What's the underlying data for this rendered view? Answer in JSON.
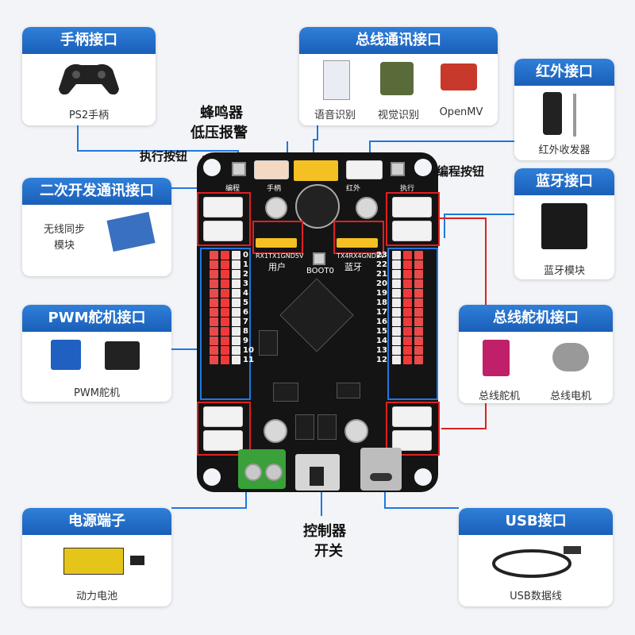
{
  "panels": {
    "ps2": {
      "title": "手柄接口",
      "caption": "PS2手柄"
    },
    "bus_comm": {
      "title": "总线通讯接口",
      "items": [
        "语音识别",
        "视觉识别",
        "OpenMV"
      ]
    },
    "infrared": {
      "title": "红外接口",
      "caption": "红外收发器"
    },
    "secondary": {
      "title": "二次开发通讯接口",
      "caption_line1": "无线同步",
      "caption_line2": "模块"
    },
    "bluetooth": {
      "title": "蓝牙接口",
      "caption": "蓝牙模块"
    },
    "pwm": {
      "title": "PWM舵机接口",
      "caption": "PWM舵机"
    },
    "bus_servo": {
      "title": "总线舵机接口",
      "items": [
        "总线舵机",
        "总线电机"
      ]
    },
    "power": {
      "title": "电源端子",
      "caption": "动力电池"
    },
    "usb": {
      "title": "USB接口",
      "caption": "USB数据线"
    }
  },
  "callouts": {
    "buzzer_line1": "蜂鸣器",
    "buzzer_line2": "低压报警",
    "run_button": "执行按钮",
    "program_button": "编程按钮",
    "switch_line1": "控制器",
    "switch_line2": "开关"
  },
  "board_labels": {
    "uart_pins": "RX1TX1GND5V",
    "user": "用户",
    "boot": "BOOT0",
    "bt_pins": "TX4RX4GND5V",
    "bt": "蓝牙",
    "left_top": "编程",
    "mid_top": "手柄",
    "right_mid": "红外",
    "right_top": "执行",
    "left_nums": [
      "0",
      "1",
      "2",
      "3",
      "4",
      "5",
      "6",
      "7",
      "8",
      "9",
      "10",
      "11"
    ],
    "right_nums": [
      "23",
      "22",
      "21",
      "20",
      "19",
      "18",
      "17",
      "16",
      "15",
      "14",
      "13",
      "12"
    ]
  },
  "colors": {
    "accent_blue": "#1f6fd0",
    "callout_red": "#e02020",
    "connector_line": "#1f78e0"
  }
}
